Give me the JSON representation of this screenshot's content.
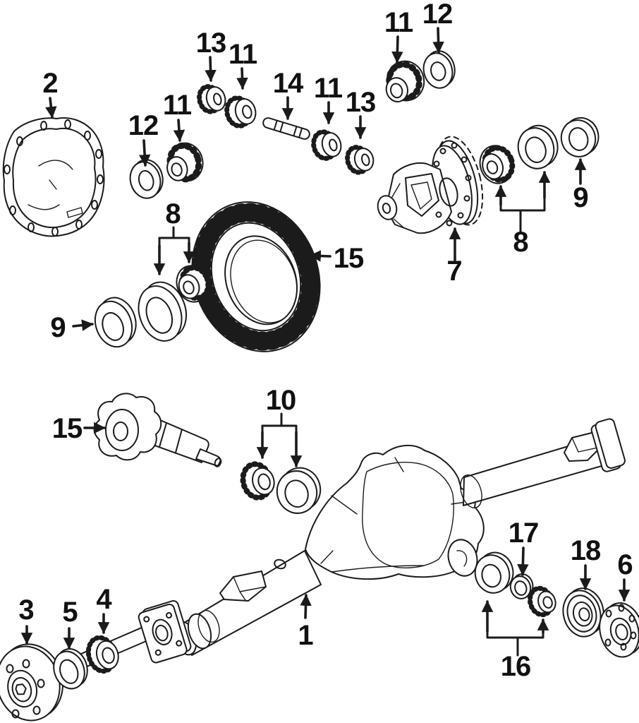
{
  "diagram": {
    "background_color": "#ffffff",
    "line_color": "#1b1b1b",
    "callouts": {
      "c1": {
        "label": "1"
      },
      "c2": {
        "label": "2"
      },
      "c3": {
        "label": "3"
      },
      "c4": {
        "label": "4"
      },
      "c5": {
        "label": "5"
      },
      "c6": {
        "label": "6"
      },
      "c7": {
        "label": "7"
      },
      "c8_left": {
        "label": "8"
      },
      "c8_right": {
        "label": "8"
      },
      "c9_left": {
        "label": "9"
      },
      "c9_right": {
        "label": "9"
      },
      "c10": {
        "label": "10"
      },
      "c11_a": {
        "label": "11"
      },
      "c11_b": {
        "label": "11"
      },
      "c11_c": {
        "label": "11"
      },
      "c11_d": {
        "label": "11"
      },
      "c12_left": {
        "label": "12"
      },
      "c12_right": {
        "label": "12"
      },
      "c13_a": {
        "label": "13"
      },
      "c13_b": {
        "label": "13"
      },
      "c14": {
        "label": "14"
      },
      "c15_ring_gear": {
        "label": "15"
      },
      "c15_pinion": {
        "label": "15"
      },
      "c16": {
        "label": "16"
      },
      "c17": {
        "label": "17"
      },
      "c18": {
        "label": "18"
      }
    }
  }
}
